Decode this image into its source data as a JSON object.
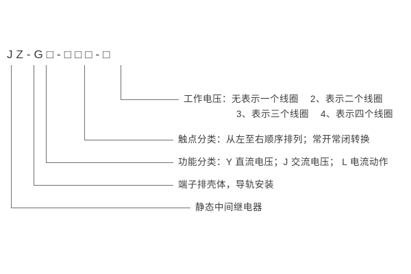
{
  "page": {
    "background": "#ffffff",
    "line_color": "#6f6f6f",
    "text_color": "#3c3c3c"
  },
  "diagram": {
    "model_code": "JZ-G□-□□□-□",
    "callouts": {
      "working_voltage": {
        "line1": "工作电压：无表示一个线圈    2、表示二个线圈",
        "line2": "3、表示三个线圈    4、表示四个线圈"
      },
      "contact_type": "触点分类：从左至右顺序排列；常开常闭转换",
      "function_type": "功能分类：Y 直流电压；J 交流电压； L 电流动作",
      "housing": "端子排壳体，导轨安装",
      "product": "静态中间继电器"
    }
  }
}
